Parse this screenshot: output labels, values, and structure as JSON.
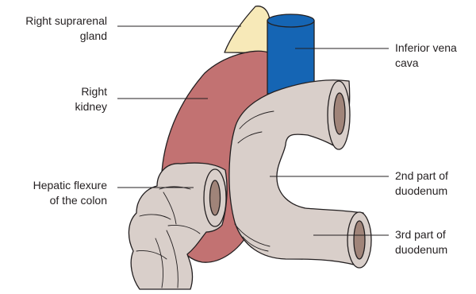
{
  "labels": {
    "suprarenal": [
      "Right suprarenal",
      "gland"
    ],
    "kidney": [
      "Right",
      "kidney"
    ],
    "hepatic": [
      "Hepatic flexure",
      "of the colon"
    ],
    "ivc": [
      "Inferior vena",
      "cava"
    ],
    "duo2": [
      "2nd part of",
      "duodenum"
    ],
    "duo3": [
      "3rd part of",
      "duodenum"
    ]
  },
  "colors": {
    "outline": "#231f20",
    "suprarenal_gland": "#f7e9b8",
    "kidney": "#c27272",
    "vena_cava": "#1565b4",
    "bowel": "#d9cfca",
    "lumen": "#a08479"
  }
}
